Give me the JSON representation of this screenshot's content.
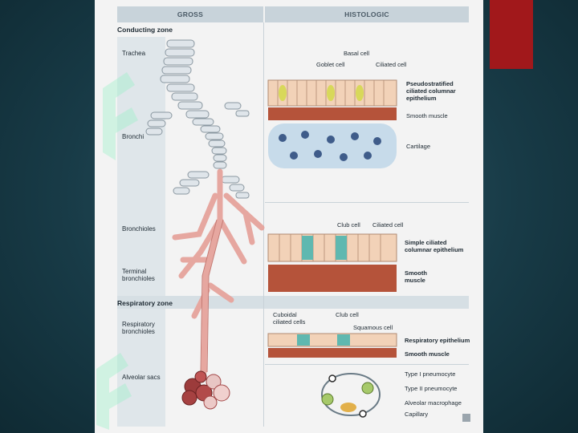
{
  "headers": {
    "gross": "GROSS",
    "histologic": "HISTOLOGIC"
  },
  "zones": {
    "conducting": "Conducting zone",
    "respiratory": "Respiratory zone"
  },
  "regions": {
    "trachea": "Trachea",
    "bronchi": "Bronchi",
    "bronchioles": "Bronchioles",
    "terminal": "Terminal bronchioles",
    "resp_bronchioles": "Respiratory bronchioles",
    "alveolar_sacs": "Alveolar sacs"
  },
  "trachea_histo": {
    "basal_cell": "Basal cell",
    "goblet_cell": "Goblet cell",
    "ciliated_cell": "Ciliated cell",
    "epithelium": "Pseudostratified ciliated columnar epithelium",
    "smooth_muscle": "Smooth muscle",
    "cartilage": "Cartilage"
  },
  "bronchiole_histo": {
    "club_cell": "Club cell",
    "ciliated_cell": "Ciliated cell",
    "epithelium": "Simple ciliated columnar epithelium",
    "smooth_muscle": "Smooth muscle"
  },
  "resp_histo": {
    "cuboidal": "Cuboidal ciliated cells",
    "club_cell": "Club cell",
    "squamous": "Squamous cell",
    "epithelium": "Respiratory epithelium",
    "smooth_muscle": "Smooth muscle"
  },
  "alveolar_histo": {
    "type1": "Type I pneumocyte",
    "type2": "Type II pneumocyte",
    "macrophage": "Alveolar macrophage",
    "capillary": "Capillary"
  },
  "colors": {
    "background": "#183b47",
    "accent_red": "#a1181b",
    "muscle": "#b5533a",
    "epithelium": "#f2d2b8",
    "club_cell": "#5fb8b0",
    "goblet": "#d8d85a",
    "airway": "#e6a7a0",
    "cartilage_rings": "#dfe5ea"
  },
  "icons": {
    "watermark": "logo-watermark-icon",
    "corner": "corner-mark-icon"
  }
}
